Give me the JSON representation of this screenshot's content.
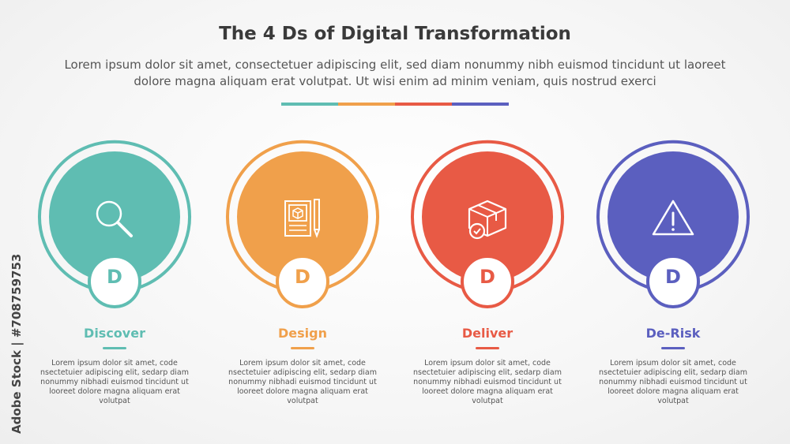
{
  "header": {
    "title": "The 4 Ds of Digital Transformation",
    "subtitle": "Lorem ipsum dolor sit amet, consectetuer adipiscing elit, sed diam nonummy nibh euismod tincidunt ut laoreet dolore magna aliquam erat volutpat. Ut wisi enim ad minim veniam, quis nostrud exerci"
  },
  "side_credit": "Adobe Stock | #708759753",
  "items": [
    {
      "letter": "D",
      "label": "Discover",
      "icon": "magnifier-icon",
      "color": "#5fbdb2",
      "desc": "Lorem ipsum dolor sit amet, code nsectetuier adipiscing elit, sedarp diam nonummy nibhadi euismod tincidunt ut looreet dolore magna aliquam erat volutpat"
    },
    {
      "letter": "D",
      "label": "Design",
      "icon": "blueprint-pencil-icon",
      "color": "#f0a04b",
      "desc": "Lorem ipsum dolor sit amet, code nsectetuier adipiscing elit, sedarp diam nonummy nibhadi euismod tincidunt ut looreet dolore magna aliquam erat volutpat"
    },
    {
      "letter": "D",
      "label": "Deliver",
      "icon": "package-check-icon",
      "color": "#e85a45",
      "desc": "Lorem ipsum dolor sit amet, code nsectetuier adipiscing elit, sedarp diam nonummy nibhadi euismod tincidunt ut looreet dolore magna aliquam erat volutpat"
    },
    {
      "letter": "D",
      "label": "De-Risk",
      "icon": "warning-triangle-icon",
      "color": "#5b5fbf",
      "desc": "Lorem ipsum dolor sit amet, code nsectetuier adipiscing elit, sedarp diam nonummy nibhadi euismod tincidunt ut looreet dolore magna aliquam erat volutpat"
    }
  ]
}
